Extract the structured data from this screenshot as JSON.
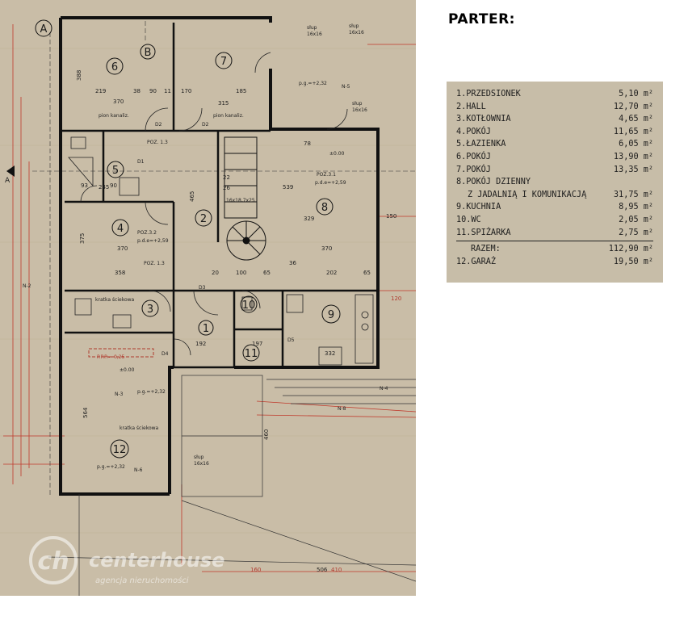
{
  "plan": {
    "rooms": [
      {
        "num": "1"
      },
      {
        "num": "2"
      },
      {
        "num": "3"
      },
      {
        "num": "4"
      },
      {
        "num": "5"
      },
      {
        "num": "6"
      },
      {
        "num": "7"
      },
      {
        "num": "8"
      },
      {
        "num": "9"
      },
      {
        "num": "10"
      },
      {
        "num": "11"
      },
      {
        "num": "12"
      }
    ],
    "grid_labels": [
      "A",
      "B"
    ],
    "annotations": {
      "slup": "słup",
      "slup_size": "16x16",
      "pion_kanaliz": "pion kanaliz.",
      "kratka_sciekowa": "kratka ściekowa",
      "poz_13": "POZ. 1.3",
      "poz_32": "POZ.3.2",
      "poz_31": "POZ.3.1",
      "stairs": "16x18,7x25",
      "level_0": "±0.00",
      "pg_232": "p.g.=+2,32",
      "pde_259": "p.d.e=+2,59",
      "ppp": "P.P.P.=-0,25",
      "n3": "N-3",
      "n5": "N-5",
      "n6": "N-6",
      "n8": "N-8",
      "n4": "N-4",
      "n2": "N-2",
      "d1": "D1",
      "d2": "D2",
      "d3": "D3",
      "d4": "D4",
      "d5": "D5",
      "dims": [
        "370",
        "315",
        "185",
        "219",
        "38",
        "90",
        "11",
        "170",
        "388",
        "245",
        "539",
        "329",
        "375",
        "358",
        "465",
        "192",
        "197",
        "564",
        "460",
        "202",
        "150",
        "120",
        "506",
        "410",
        "160",
        "90",
        "93",
        "65",
        "78",
        "100",
        "20",
        "36",
        "26",
        "22",
        "332"
      ]
    },
    "watermark": {
      "logo": "ch",
      "name": "centerhouse",
      "tagline": "agencja nieruchomości"
    }
  },
  "legend": {
    "title": "PARTER:",
    "items": [
      {
        "name": "1.PRZEDSIONEK",
        "area": "5,10 m²"
      },
      {
        "name": "2.HALL",
        "area": "12,70 m²"
      },
      {
        "name": "3.KOTŁOWNIA",
        "area": "4,65 m²"
      },
      {
        "name": "4.POKÓJ",
        "area": "11,65 m²"
      },
      {
        "name": "5.ŁAZIENKA",
        "area": "6,05 m²"
      },
      {
        "name": "6.POKÓJ",
        "area": "13,90 m²"
      },
      {
        "name": "7.POKÓJ",
        "area": "13,35 m²"
      },
      {
        "name": "8.POKÓJ DZIENNY",
        "area": ""
      },
      {
        "name": "Z JADALNIĄ I KOMUNIKACJĄ",
        "area": "31,75 m²"
      },
      {
        "name": "9.KUCHNIA",
        "area": "8,95 m²"
      },
      {
        "name": "10.WC",
        "area": "2,05 m²"
      },
      {
        "name": "11.SPIŻARKA",
        "area": "2,75 m²"
      }
    ],
    "total": {
      "name": "RAZEM:",
      "area": "112,90 m²"
    },
    "garage": {
      "name": "12.GARAŻ",
      "area": "19,50 m²"
    }
  }
}
